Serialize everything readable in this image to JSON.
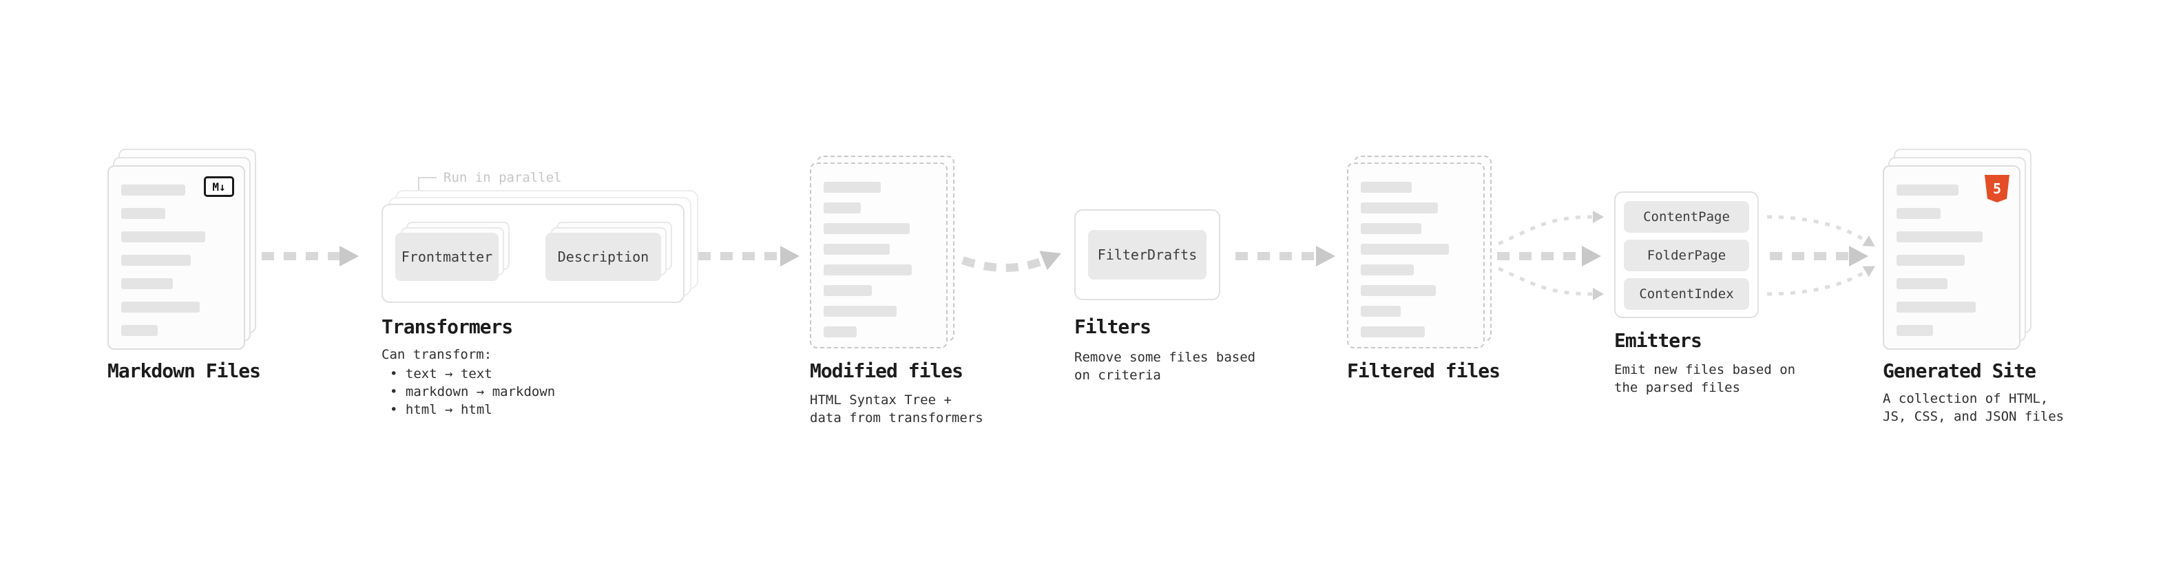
{
  "colors": {
    "arrow": "#d8d8d8",
    "arrow_head": "#c8c8c8",
    "card_border": "#dddddd",
    "dashed_card_border": "#c9c9c9",
    "bar_fill": "#e4e4e4",
    "box_fill": "#e9e9e9",
    "annotation_text": "#c6c6c6",
    "title_text": "#1c1c1c",
    "html5_orange": "#e44d26",
    "yellow_icon": "#f0db4f",
    "blue_icon": "#2f6fe0"
  },
  "nodes": {
    "markdown_files": {
      "title": "Markdown Files",
      "icon": "markdown-icon",
      "icon_label": "M↓"
    },
    "transformers": {
      "title": "Transformers",
      "annotation": "Run in parallel",
      "boxes": [
        "Frontmatter",
        "Description"
      ],
      "desc_heading": "Can transform:",
      "bullets": [
        "• text → text",
        "• markdown → markdown",
        "• html → html"
      ]
    },
    "modified_files": {
      "title": "Modified files",
      "desc": [
        "HTML Syntax Tree +",
        "data from transformers"
      ]
    },
    "filters": {
      "title": "Filters",
      "boxes": [
        "FilterDrafts"
      ],
      "desc": [
        "Remove some files based",
        "on criteria"
      ]
    },
    "filtered_files": {
      "title": "Filtered files"
    },
    "emitters": {
      "title": "Emitters",
      "boxes": [
        "ContentPage",
        "FolderPage",
        "ContentIndex"
      ],
      "desc": [
        "Emit new files based on",
        "the parsed files"
      ]
    },
    "generated_site": {
      "title": "Generated Site",
      "icon": "html5-icon",
      "icon_label": "5",
      "desc": [
        "A collection of HTML,",
        "JS, CSS, and JSON files"
      ]
    }
  }
}
